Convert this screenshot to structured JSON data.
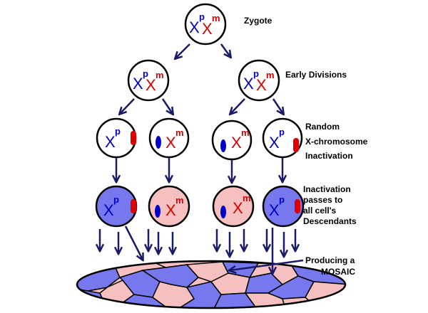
{
  "labels": {
    "zygote": "Zygote",
    "early_divisions": "Early Divisions",
    "random_1": "Random",
    "random_2": "X-chromosome",
    "random_3": "Inactivation",
    "passes_1": "Inactivation",
    "passes_2": "passes to",
    "passes_3": "all cell's",
    "passes_4": "Descendants",
    "mosaic_1": "Producing a",
    "mosaic_2": "MOSAIC"
  },
  "chromosome": {
    "letter": "X",
    "paternal_sup": "p",
    "maternal_sup": "m"
  },
  "colors": {
    "paternal": "#0000cc",
    "maternal": "#dd0000",
    "paternal_cell_fill": "#7777ee",
    "maternal_cell_fill": "#f7c0c0",
    "white_cell_fill": "#ffffff",
    "arrow": "#1a1a66",
    "outline": "#000000"
  },
  "icons": {
    "arrow": "arrow-down-icon",
    "barr_body": "barr-body-icon"
  }
}
